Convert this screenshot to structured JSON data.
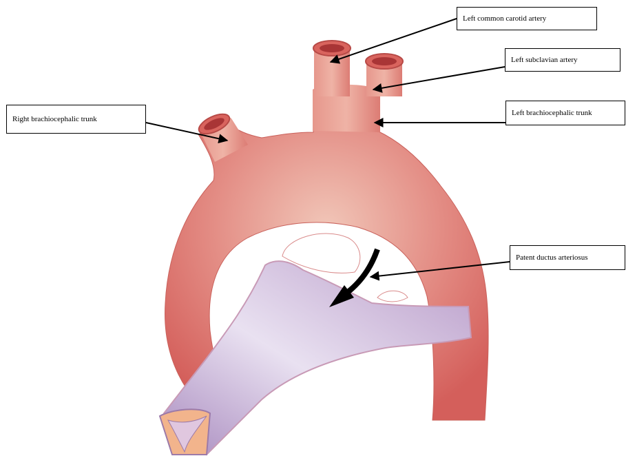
{
  "labels": {
    "left_common_carotid": "Left common carotid artery",
    "left_subclavian": "Left subclavian artery",
    "left_brachiocephalic": "Left brachiocephalic trunk",
    "right_brachiocephalic": "Right brachiocephalic trunk",
    "patent_ductus": "Patent ductus arteriosus"
  },
  "colors": {
    "aorta": "#dc6a66",
    "aorta_light": "#f0b8a8",
    "aorta_dark": "#c24a48",
    "pulmonary": "#b89ac8",
    "pulmonary_light": "#e6dcef",
    "vessel_inner": "#b83a3a",
    "valve": "#f2b48c",
    "arrow": "#000000"
  }
}
